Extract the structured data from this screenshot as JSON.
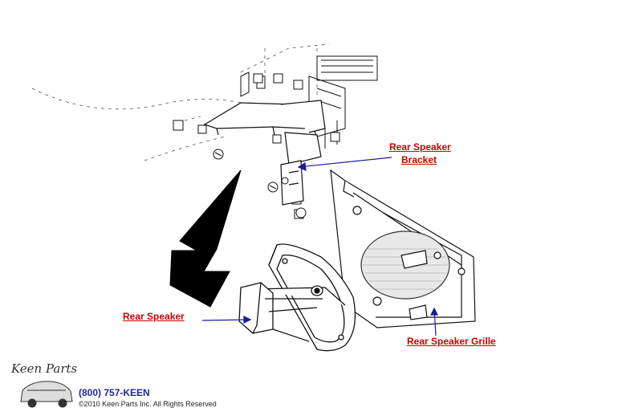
{
  "labels": {
    "bracket_line1": "Rear Speaker",
    "bracket_line2": "Bracket",
    "speaker": "Rear Speaker",
    "grille": "Rear Speaker Grille"
  },
  "footer": {
    "logo_text": "Keen Parts",
    "phone": "(800) 757-KEEN",
    "copyright": "©2010 Keen Parts Inc. All Rights Reserved"
  },
  "colors": {
    "label": "#cc0000",
    "leader_line": "#1a1aa0",
    "line_art": "#111111"
  }
}
